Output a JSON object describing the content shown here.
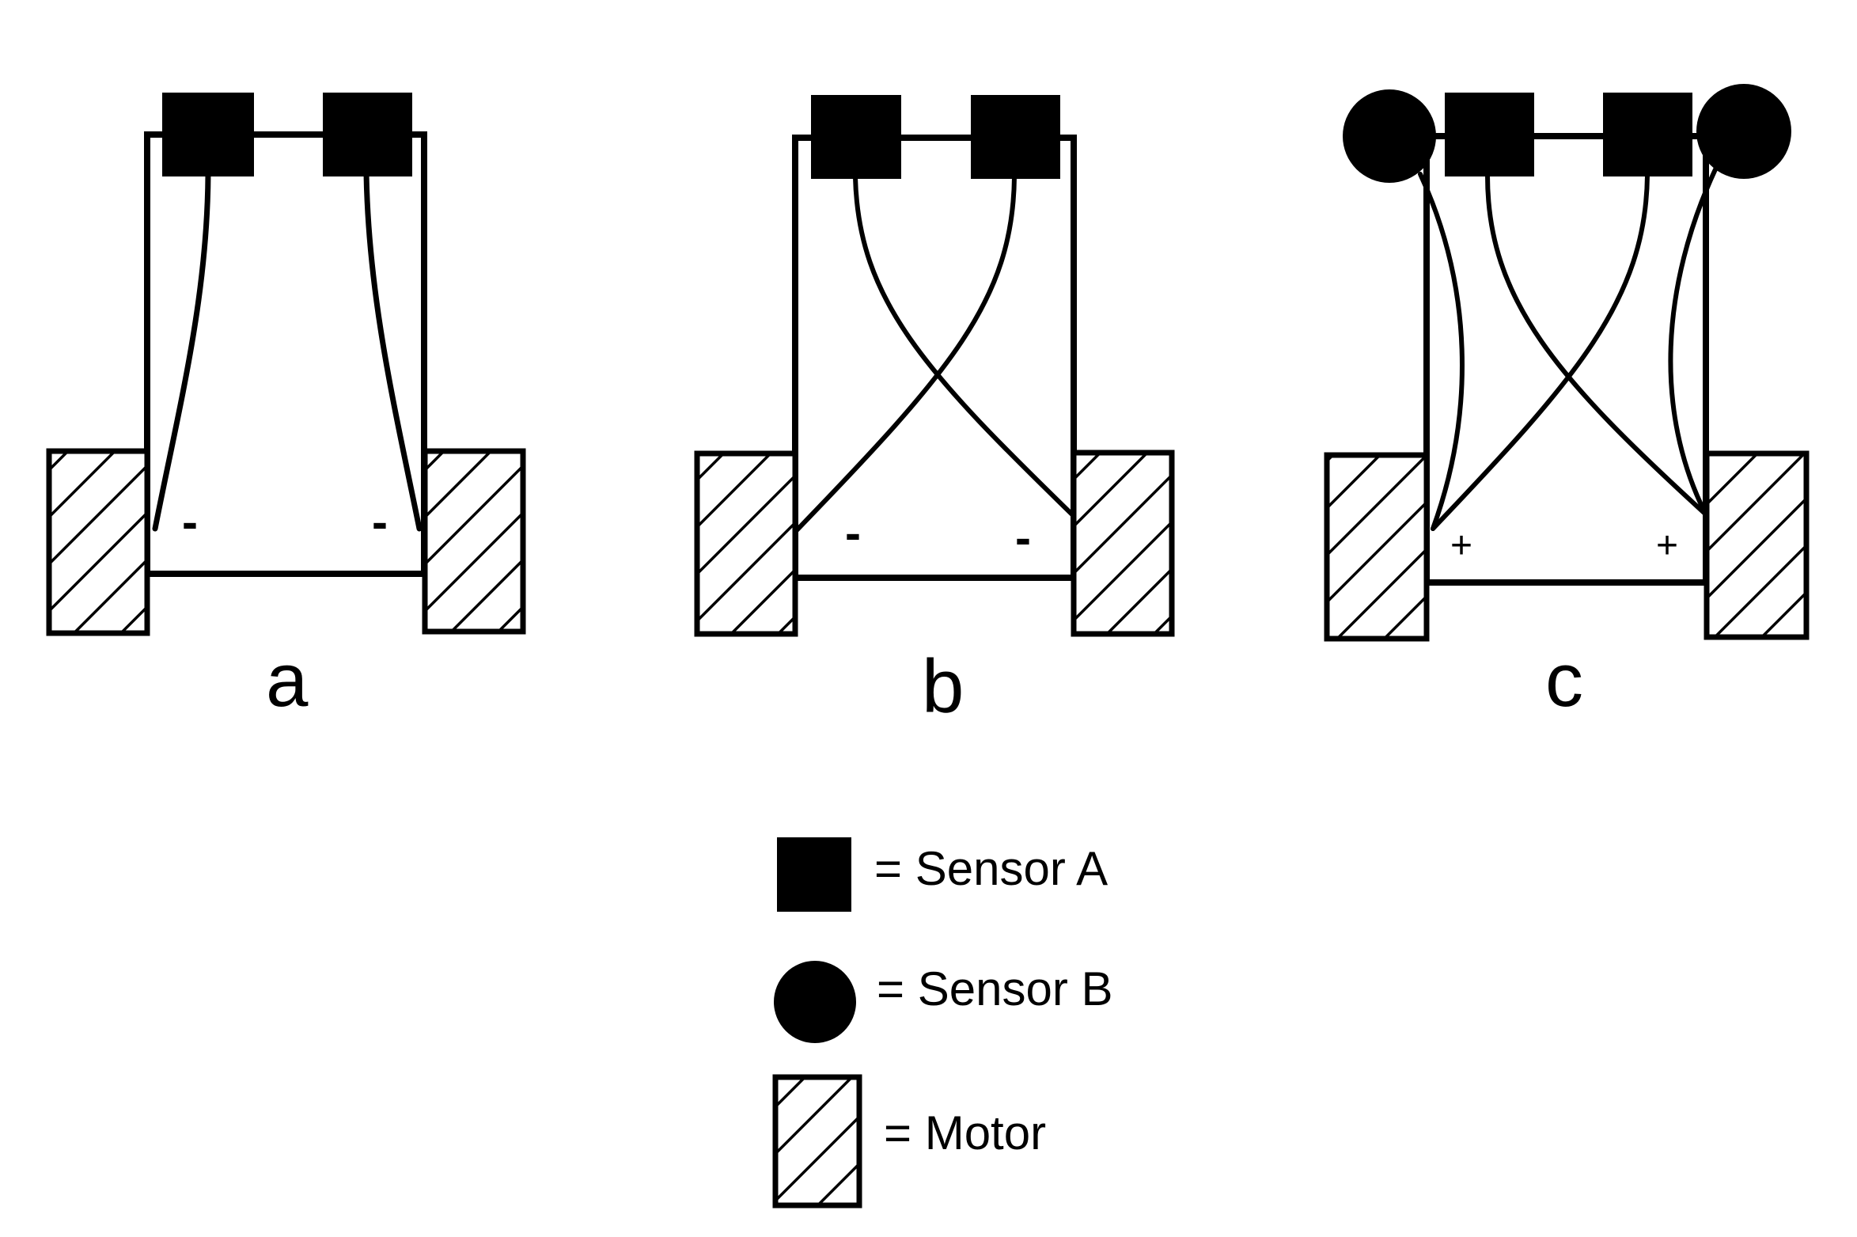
{
  "panels": [
    {
      "label": "a",
      "left_sign": "-",
      "right_sign": "-"
    },
    {
      "label": "b",
      "left_sign": "-",
      "right_sign": "-"
    },
    {
      "label": "c",
      "left_sign": "+",
      "right_sign": "+"
    }
  ],
  "legend": {
    "sensor_a": "= Sensor A",
    "sensor_b": "= Sensor B",
    "motor": "= Motor"
  },
  "colors": {
    "ink": "#000000",
    "background": "#ffffff"
  }
}
